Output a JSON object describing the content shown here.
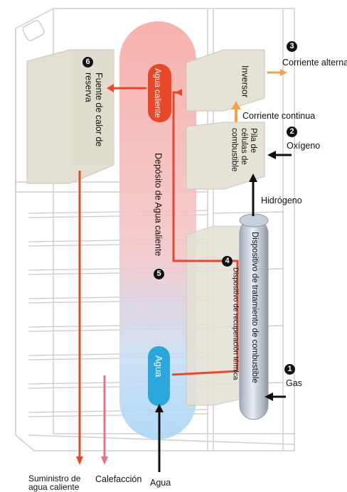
{
  "components": {
    "agua_caliente": "Agua caliente",
    "agua": "Agua",
    "deposito": "Depósito de Agua caliente",
    "inversor": "Inversor",
    "pila": "Pila de células de combustible",
    "fuente": "Fuente de calor de reserva",
    "tratamiento": "Dispositivo de tratamiento de combustible",
    "recuperacion": "Dispositivo de recuperación térmica"
  },
  "flows": {
    "corriente_alterna": "Corriente alterna",
    "corriente_continua": "Corriente continua",
    "oxigeno": "Oxígeno",
    "hidrogeno": "Hidrógeno",
    "gas": "Gas",
    "agua_in": "Agua",
    "suministro": "Suministro de agua caliente",
    "calefaccion": "Calefacción"
  },
  "numbers": {
    "n1": "1",
    "n2": "2",
    "n3": "3",
    "n4": "4",
    "n5": "5",
    "n6": "6"
  },
  "colors": {
    "hot": "#e8472a",
    "cold": "#2aa8dc",
    "heating": "#ef6f8a",
    "electric": "#f5a04a",
    "frame": "#cfcfcf",
    "panel": "#e6e3d6"
  }
}
